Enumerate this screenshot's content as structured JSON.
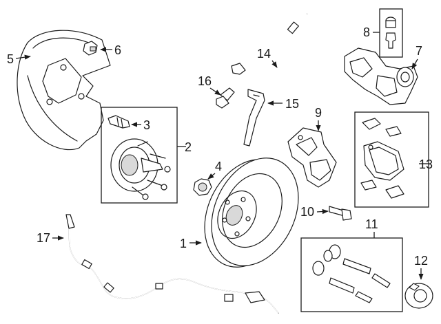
{
  "callouts": {
    "c1": "1",
    "c2": "2",
    "c3": "3",
    "c4": "4",
    "c5": "5",
    "c6": "6",
    "c7": "7",
    "c8": "8",
    "c9": "9",
    "c10": "10",
    "c11": "11",
    "c12": "12",
    "c13": "13",
    "c14": "14",
    "c15": "15",
    "c16": "16",
    "c17": "17"
  },
  "colors": {
    "line": "#1a1a1a",
    "background": "#ffffff",
    "shade": "#d9d9d9"
  }
}
